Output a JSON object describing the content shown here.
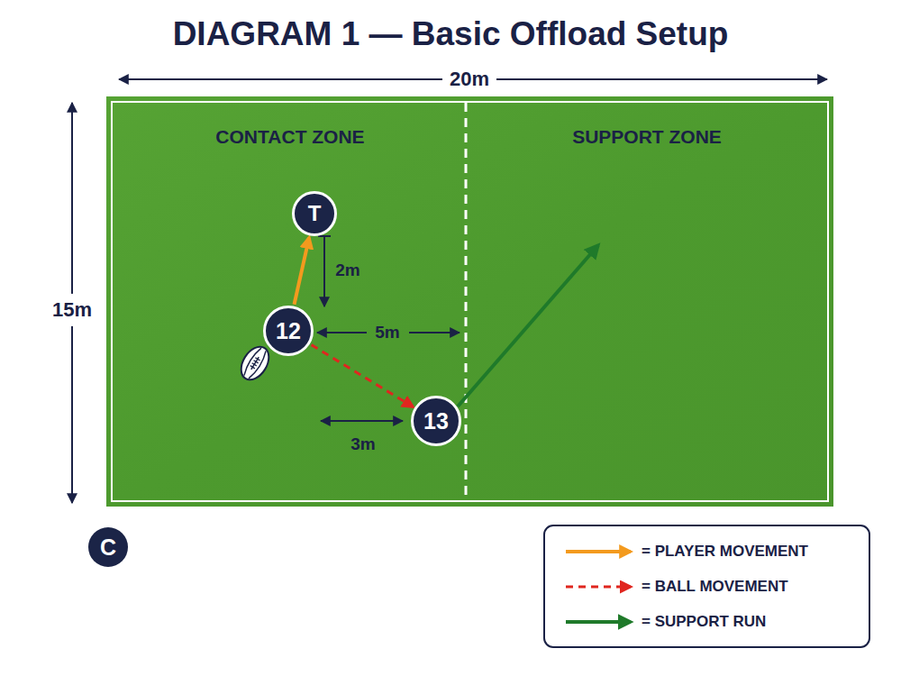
{
  "diagram": {
    "title": "DIAGRAM 1 — Basic Offload Setup",
    "nodes": [
      {
        "text": [
          "T"
        ]
      },
      {
        "text": [
          "12"
        ]
      },
      {
        "text": [
          "13"
        ]
      },
      {
        "text": [
          "C"
        ]
      }
    ],
    "edges": [
      {
        "from": 1,
        "to": 0,
        "arrow": "to"
      },
      {
        "from": 1,
        "to": 2,
        "arrow": "to"
      }
    ],
    "labels": [
      "20m",
      "15m",
      "CONTACT ZONE",
      "SUPPORT ZONE",
      "2m",
      "5m",
      "3m"
    ],
    "legend": [
      {
        "text": "= PLAYER MOVEMENT"
      },
      {
        "text": "= BALL MOVEMENT"
      },
      {
        "text": "= SUPPORT RUN"
      }
    ]
  }
}
